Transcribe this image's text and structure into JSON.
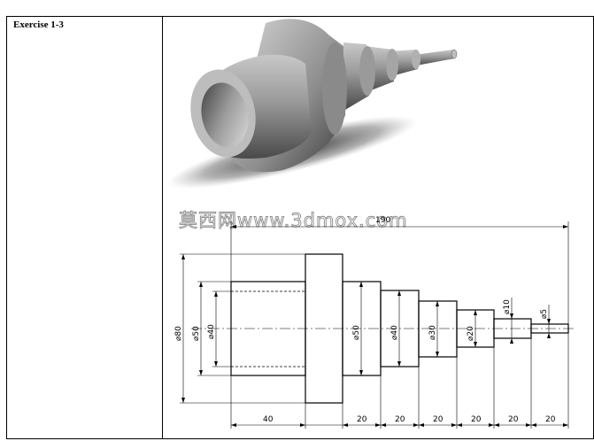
{
  "exercise": {
    "title": "Exercise 1-3"
  },
  "watermark": {
    "text": "莫西网www.3dmox.com"
  },
  "drawing": {
    "overall_length": "190",
    "diameters": {
      "d80": "⌀80",
      "d50_outer": "⌀50",
      "d40_bore": "⌀40",
      "d50_step": "⌀50",
      "d40": "⌀40",
      "d30": "⌀30",
      "d20": "⌀20",
      "d10": "⌀10",
      "d5": "⌀5"
    },
    "lengths": [
      "40",
      "20",
      "20",
      "20",
      "20",
      "20",
      "20"
    ]
  }
}
